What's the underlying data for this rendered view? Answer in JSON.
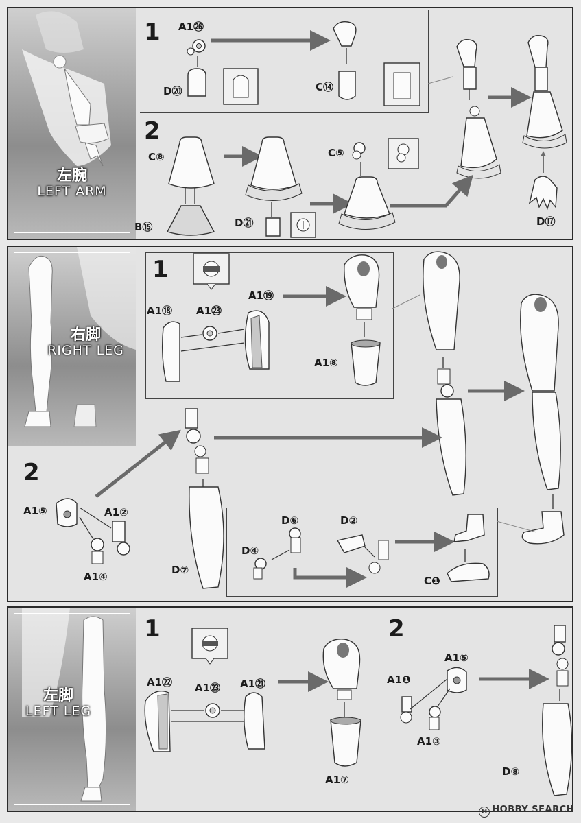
{
  "sections": [
    {
      "id": "left-arm",
      "title_jp": "左腕",
      "title_en": "LEFT ARM",
      "steps": [
        "1",
        "2"
      ],
      "parts": [
        "A1㉖",
        "D⑳",
        "C⑭",
        "C⑧",
        "B⑮",
        "D㉑",
        "C⑤",
        "D⑰"
      ]
    },
    {
      "id": "right-leg",
      "title_jp": "右脚",
      "title_en": "RIGHT LEG",
      "steps": [
        "1",
        "2"
      ],
      "parts": [
        "A1⑱",
        "A1㉓",
        "A1⑲",
        "A1⑧",
        "A1⑤",
        "A1②",
        "A1④",
        "D⑦",
        "D⑥",
        "D②",
        "D④",
        "C❶"
      ]
    },
    {
      "id": "left-leg",
      "title_jp": "左脚",
      "title_en": "LEFT LEG",
      "steps": [
        "1",
        "2"
      ],
      "parts": [
        "A1㉒",
        "A1㉓",
        "A1㉑",
        "A1⑦",
        "A1❶",
        "A1⑤",
        "A1③",
        "D⑧"
      ]
    }
  ],
  "watermark": {
    "text": "HOBBY SEARCH",
    "mark": "H"
  },
  "colors": {
    "panel": "#e4e4e4",
    "border": "#2b2b2b",
    "arrow": "#6a6a6a",
    "part": "#fbfbfb"
  }
}
